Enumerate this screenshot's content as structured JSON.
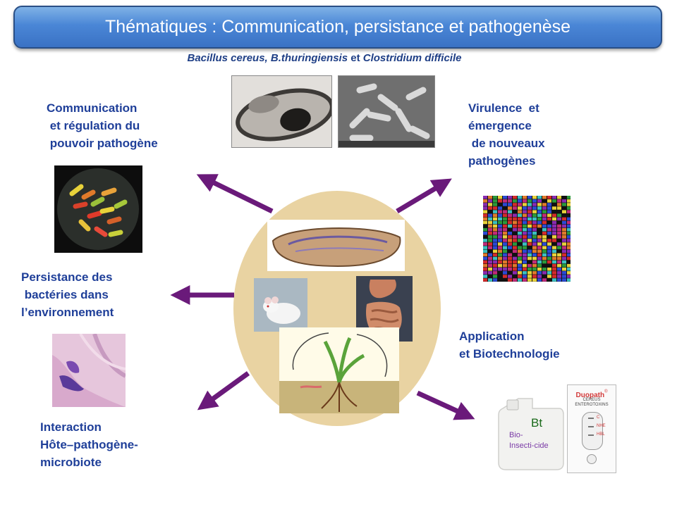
{
  "title": "Thématiques : Communication, persistance et pathogenèse",
  "subtitle": {
    "part1": "Bacillus cereus, B.thuringiensis",
    "connector": " et ",
    "part2": "Clostridium difficile"
  },
  "themes": {
    "communication": "Communication\n et régulation du\n pouvoir pathogène",
    "virulence": "Virulence  et\némergence\n de nouveaux\npathogènes",
    "persistance": "Persistance des\n bactéries dans\nl’environnement",
    "application": "Application\net Biotechnologie",
    "interaction": "Interaction\nHôte–pathogène-\nmicrobiote"
  },
  "products": {
    "jerrycan_label": "Bt",
    "jerrycan_sub": "Bio-\nInsecti-cide",
    "kit_brand": "Duopath",
    "kit_reg": "®",
    "kit_line1": "CEREUS",
    "kit_line2": "ENTEROTOXINS",
    "kit_c": "C",
    "kit_nhe": "NHE",
    "kit_hbl": "HBL"
  },
  "colors": {
    "title_bg": "#4a86d6",
    "theme_text": "#1f3f99",
    "arrow": "#6a1a7a",
    "ellipse": "#e9d3a2"
  }
}
